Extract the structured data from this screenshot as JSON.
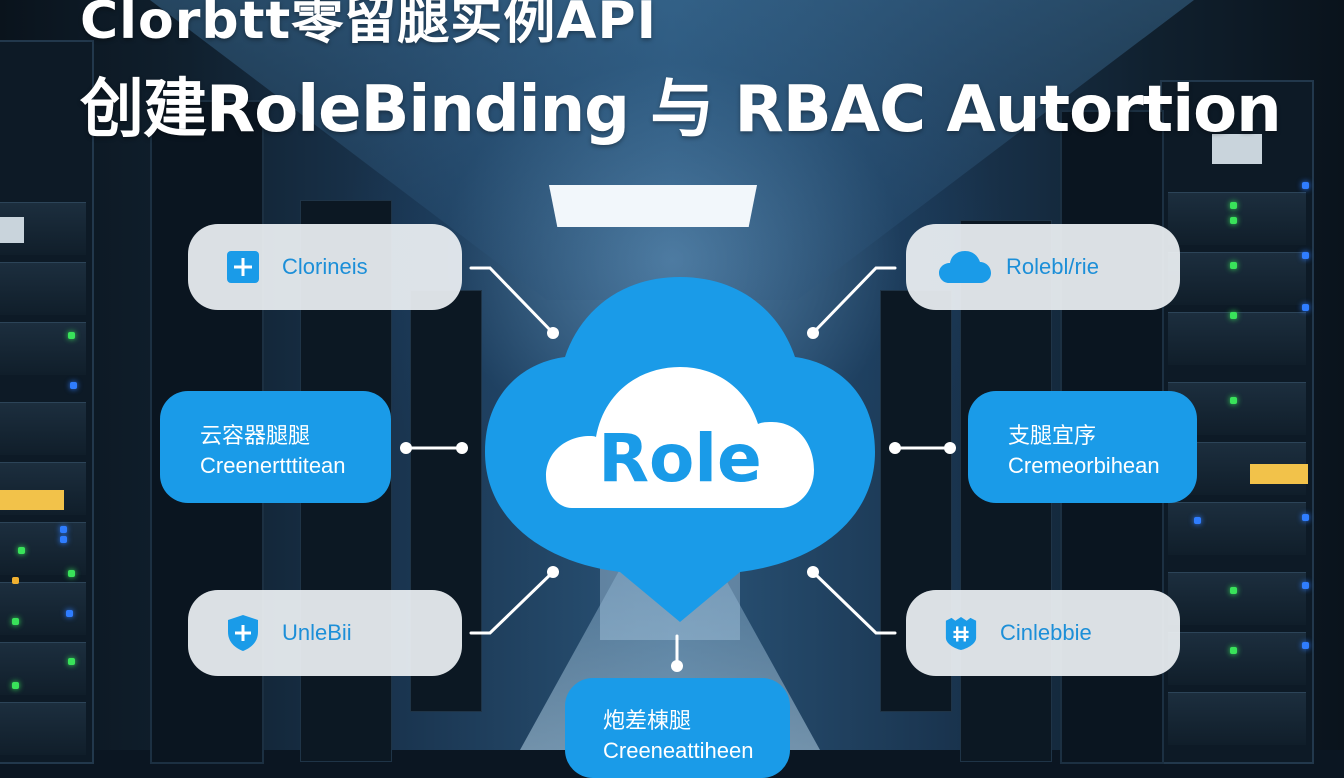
{
  "title": {
    "line1": "Clorbtt零留腿实例API",
    "line2": "创建RoleBinding 与 RBAC Autortion"
  },
  "center": {
    "label": "Role",
    "icon": "cloud-icon"
  },
  "colors": {
    "accent_blue": "#1a9be8",
    "pill_bg": "#ecf0f3",
    "pill_text": "#1c8fd8",
    "text_white": "#ffffff"
  },
  "nodes": {
    "top_left": {
      "label": "Clorineis",
      "icon": "plus-square-icon"
    },
    "top_right": {
      "label": "Rolebl/rie",
      "icon": "cloud-icon"
    },
    "mid_left": {
      "zh": "云容器腿腿",
      "en": "Creenertttitean"
    },
    "mid_right": {
      "zh": "支腿宜序",
      "en": "Cremeorbihean"
    },
    "bottom_left": {
      "label": "UnleBii",
      "icon": "shield-plus-icon"
    },
    "bottom_right": {
      "label": "Cinlebbie",
      "icon": "shield-badge-icon"
    },
    "bottom_center": {
      "zh": "炮差棟腿",
      "en": "Creeneattiheen"
    }
  }
}
